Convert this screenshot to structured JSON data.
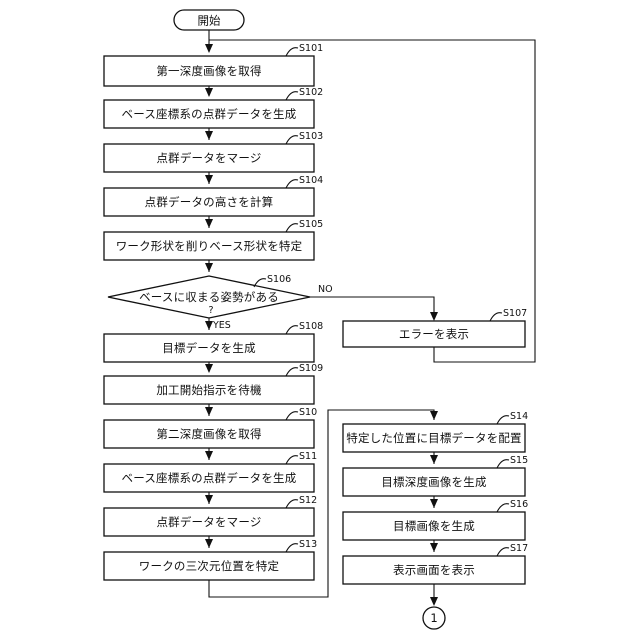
{
  "start": "開始",
  "connector": "1",
  "decision": {
    "step": "S106",
    "text": "ベースに収まる姿勢がある",
    "question_mark": "?",
    "yes": "YES",
    "no": "NO"
  },
  "steps": {
    "s101": {
      "step": "S101",
      "text": "第一深度画像を取得"
    },
    "s102": {
      "step": "S102",
      "text": "ベース座標系の点群データを生成"
    },
    "s103": {
      "step": "S103",
      "text": "点群データをマージ"
    },
    "s104": {
      "step": "S104",
      "text": "点群データの高さを計算"
    },
    "s105": {
      "step": "S105",
      "text": "ワーク形状を削りベース形状を特定"
    },
    "s107": {
      "step": "S107",
      "text": "エラーを表示"
    },
    "s108": {
      "step": "S108",
      "text": "目標データを生成"
    },
    "s109": {
      "step": "S109",
      "text": "加工開始指示を待機"
    },
    "s10": {
      "step": "S10",
      "text": "第二深度画像を取得"
    },
    "s11": {
      "step": "S11",
      "text": "ベース座標系の点群データを生成"
    },
    "s12": {
      "step": "S12",
      "text": "点群データをマージ"
    },
    "s13": {
      "step": "S13",
      "text": "ワークの三次元位置を特定"
    },
    "s14": {
      "step": "S14",
      "text": "特定した位置に目標データを配置"
    },
    "s15": {
      "step": "S15",
      "text": "目標深度画像を生成"
    },
    "s16": {
      "step": "S16",
      "text": "目標画像を生成"
    },
    "s17": {
      "step": "S17",
      "text": "表示画面を表示"
    }
  }
}
